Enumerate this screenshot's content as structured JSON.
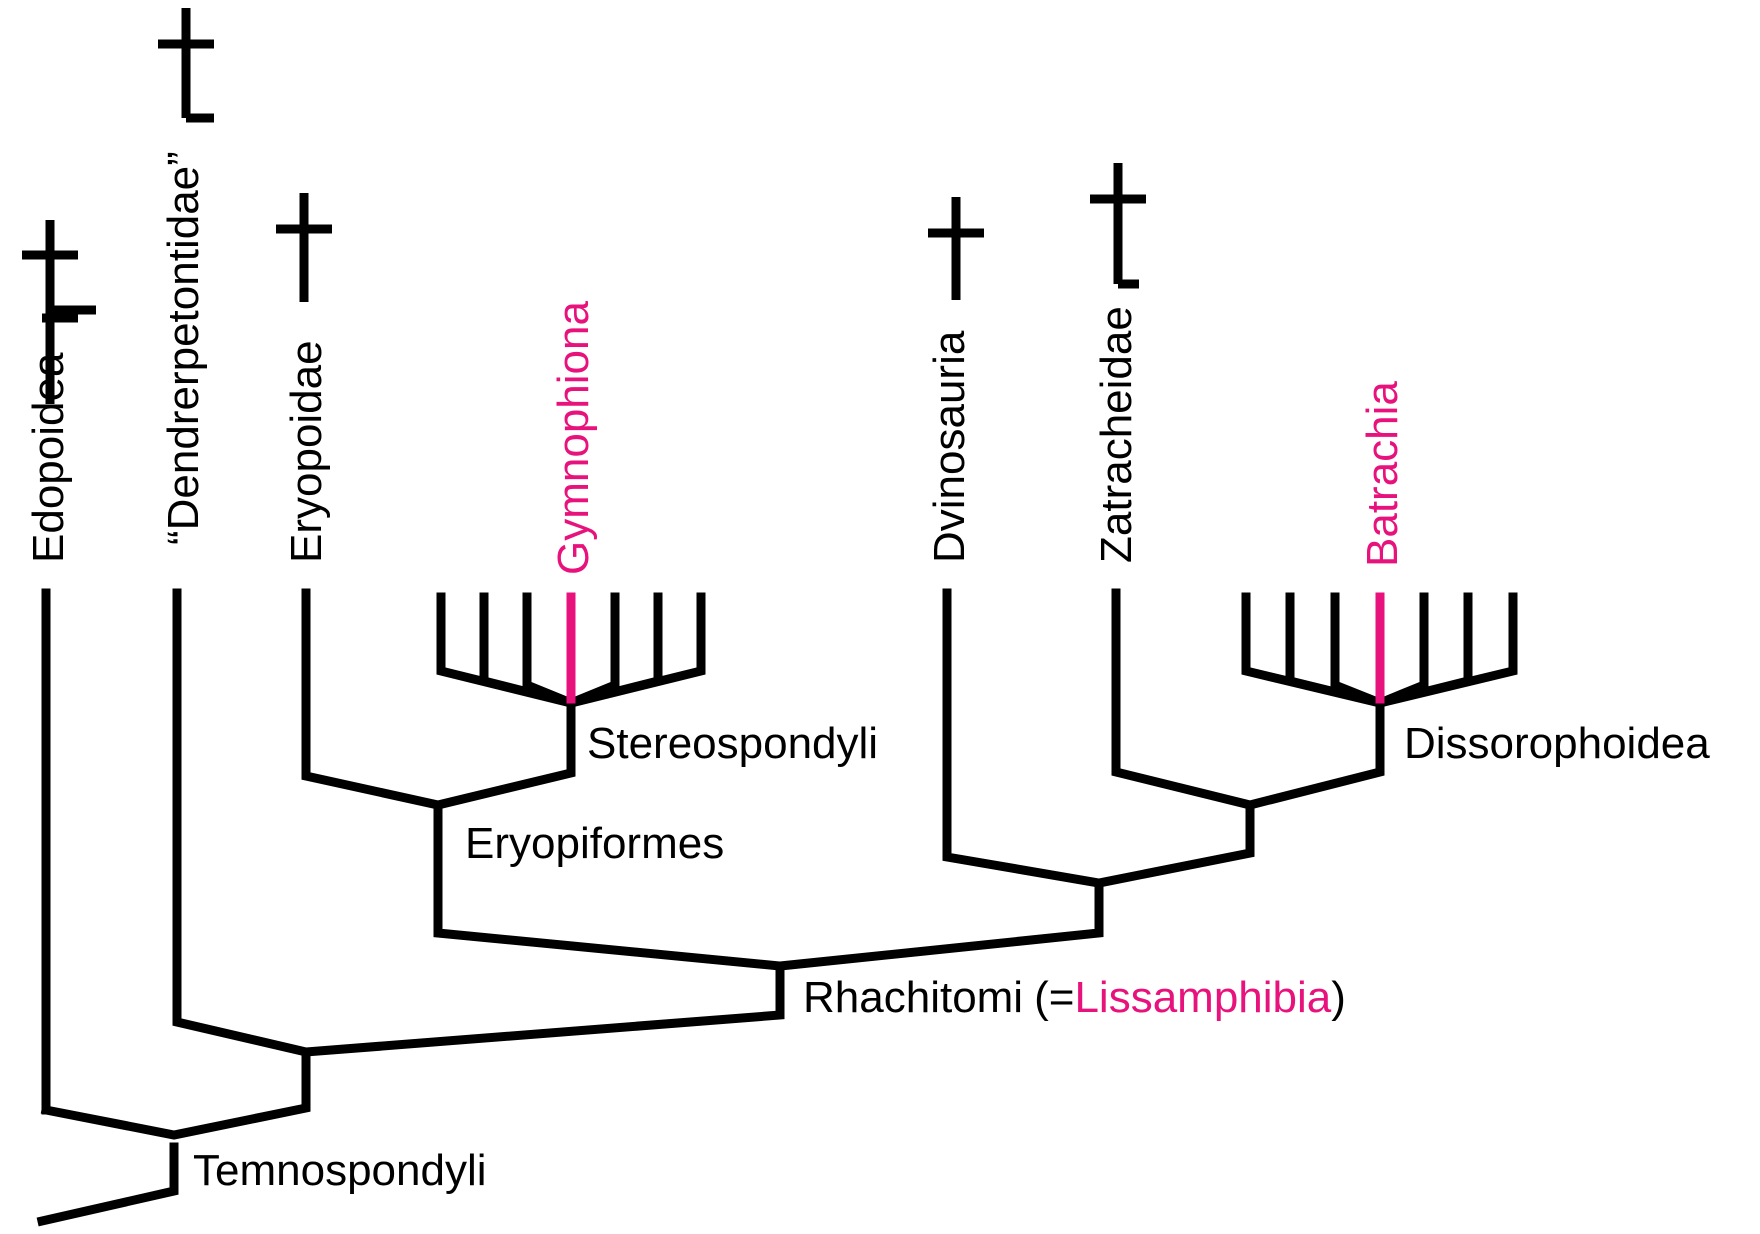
{
  "colors": {
    "branch": "#000000",
    "highlight": "#e8127c",
    "background": "#ffffff"
  },
  "extinct_marker": "dagger-icon",
  "taxa": {
    "edopoidea": {
      "label": "Edopoidea",
      "extinct": true
    },
    "dendrerpetontidae": {
      "label": "“Dendrerpetontidae”",
      "extinct": true
    },
    "eryopoidae": {
      "label": "Eryopoidae",
      "extinct": true
    },
    "gymnophiona": {
      "label": "Gymnophiona",
      "extinct": false,
      "highlight": true
    },
    "dvinosauria": {
      "label": "Dvinosauria",
      "extinct": true
    },
    "zatracheidae": {
      "label": "Zatracheidae",
      "extinct": true
    },
    "batrachia": {
      "label": "Batrachia",
      "extinct": false,
      "highlight": true
    }
  },
  "clades": {
    "temnospondyli": {
      "label": "Temnospondyli"
    },
    "rhachitomi": {
      "label": "Rhachitomi",
      "open": "(=",
      "synonym": "Lissamphibia",
      "close": ")"
    },
    "eryopiformes": {
      "label": "Eryopiformes"
    },
    "stereospondyli": {
      "label": "Stereospondyli"
    },
    "dissorophoidea": {
      "label": "Dissorophoidea"
    }
  }
}
